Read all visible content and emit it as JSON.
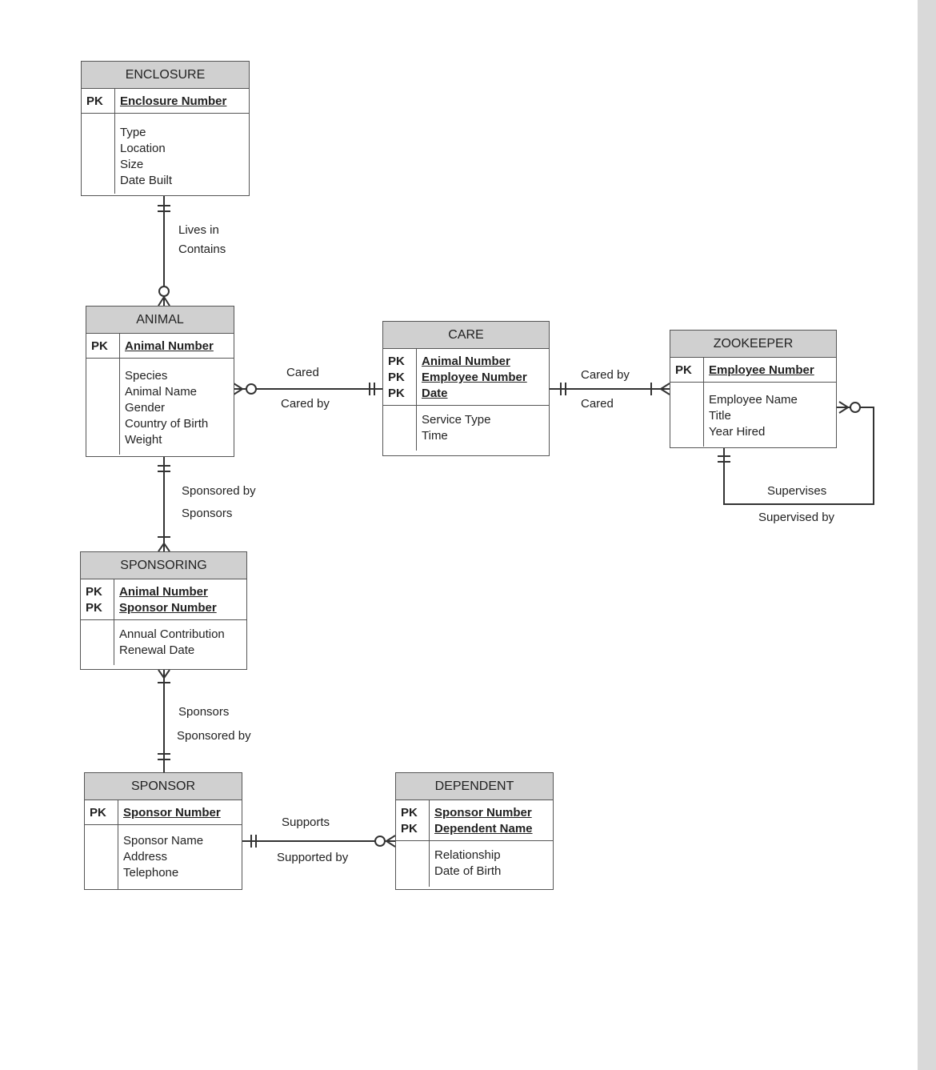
{
  "entities": {
    "enclosure": {
      "name": "ENCLOSURE",
      "pk": [
        "PK"
      ],
      "keys": [
        "Enclosure Number"
      ],
      "attributes": [
        "Type",
        "Location",
        "Size",
        "Date Built"
      ]
    },
    "animal": {
      "name": "ANIMAL",
      "pk": [
        "PK"
      ],
      "keys": [
        "Animal Number"
      ],
      "attributes": [
        "Species",
        "Animal Name",
        "Gender",
        "Country of Birth",
        "Weight"
      ]
    },
    "care": {
      "name": "CARE",
      "pk": [
        "PK",
        "PK",
        "PK"
      ],
      "keys": [
        "Animal Number",
        "Employee Number",
        "Date"
      ],
      "attributes": [
        "Service Type",
        "Time"
      ]
    },
    "zookeeper": {
      "name": "ZOOKEEPER",
      "pk": [
        "PK"
      ],
      "keys": [
        "Employee Number"
      ],
      "attributes": [
        "Employee Name",
        "Title",
        "Year Hired"
      ]
    },
    "sponsoring": {
      "name": "SPONSORING",
      "pk": [
        "PK",
        "PK"
      ],
      "keys": [
        "Animal Number",
        "Sponsor Number"
      ],
      "attributes": [
        "Annual Contribution",
        "Renewal Date"
      ]
    },
    "sponsor": {
      "name": "SPONSOR",
      "pk": [
        "PK"
      ],
      "keys": [
        "Sponsor Number"
      ],
      "attributes": [
        "Sponsor Name",
        "Address",
        "Telephone"
      ]
    },
    "dependent": {
      "name": "DEPENDENT",
      "pk": [
        "PK",
        "PK"
      ],
      "keys": [
        "Sponsor Number",
        "Dependent Name"
      ],
      "attributes": [
        "Relationship",
        "Date of Birth"
      ]
    }
  },
  "relationships": {
    "enclosure_animal": {
      "label_a": "Lives in",
      "label_b": "Contains"
    },
    "animal_care": {
      "label_a": "Cared",
      "label_b": "Cared by"
    },
    "care_zookeeper": {
      "label_a": "Cared by",
      "label_b": "Cared"
    },
    "zookeeper_self": {
      "label_a": "Supervises",
      "label_b": "Supervised by"
    },
    "animal_sponsoring": {
      "label_a": "Sponsored by",
      "label_b": "Sponsors"
    },
    "sponsoring_sponsor": {
      "label_a": "Sponsors",
      "label_b": "Sponsored by"
    },
    "sponsor_dependent": {
      "label_a": "Supports",
      "label_b": "Supported by"
    }
  }
}
